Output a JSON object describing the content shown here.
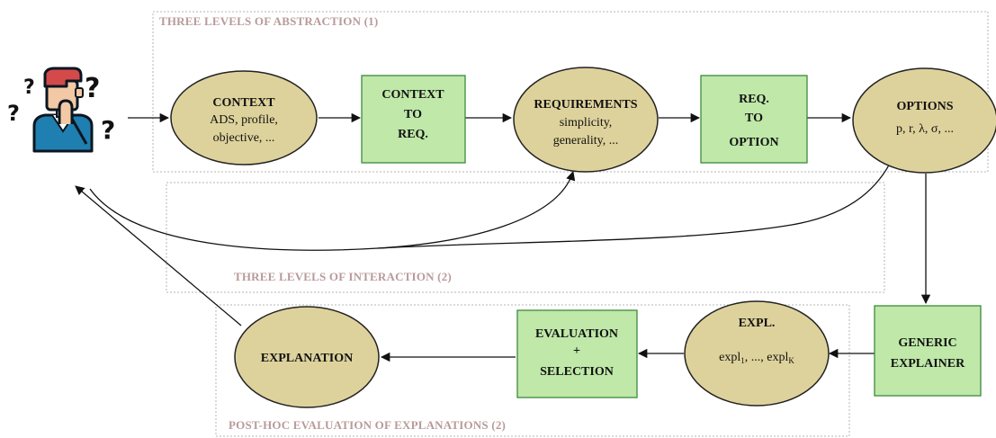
{
  "regions": {
    "abstraction": "THREE LEVELS OF ABSTRACTION (1)",
    "interaction": "THREE LEVELS OF INTERACTION (2)",
    "post_hoc": "POST-HOC EVALUATION OF EXPLANATIONS (2)"
  },
  "nodes": {
    "context": {
      "title": "CONTEXT",
      "line1": "ADS, profile,",
      "line2": "objective, ..."
    },
    "context_to_req": {
      "line1": "CONTEXT",
      "line2": "TO",
      "line3": "REQ."
    },
    "requirements": {
      "title": "REQUIREMENTS",
      "line1": "simplicity,",
      "line2": "generality, ..."
    },
    "req_to_option": {
      "line1": "REQ.",
      "line2": "TO",
      "line3": "OPTION"
    },
    "options": {
      "title": "OPTIONS",
      "line1": "p, r, λ, σ, ..."
    },
    "generic_explainer": {
      "line1": "GENERIC",
      "line2": "EXPLAINER"
    },
    "expl": {
      "title": "EXPL.",
      "item_first": "expl",
      "item_first_sub": "1",
      "item_sep": ", ..., ",
      "item_last": "expl",
      "item_last_sub": "K"
    },
    "evaluation": {
      "line1": "EVALUATION",
      "line2": "+",
      "line3": "SELECTION"
    },
    "explanation": {
      "title": "EXPLANATION"
    }
  },
  "user": {
    "icon": "confused-user-icon",
    "marks": [
      "?",
      "?",
      "?",
      "?"
    ]
  },
  "colors": {
    "ellipse_fill": "#ded29c",
    "ellipse_stroke": "#222222",
    "box_fill": "#bfe8a9",
    "box_stroke": "#3c8a3c",
    "region_border": "#b5b5b5",
    "region_label": "#b99a9a",
    "arrow": "#111111",
    "user_shirt": "#1f7fb0",
    "user_hair": "#d44a4a",
    "user_skin": "#f2c9a4"
  }
}
